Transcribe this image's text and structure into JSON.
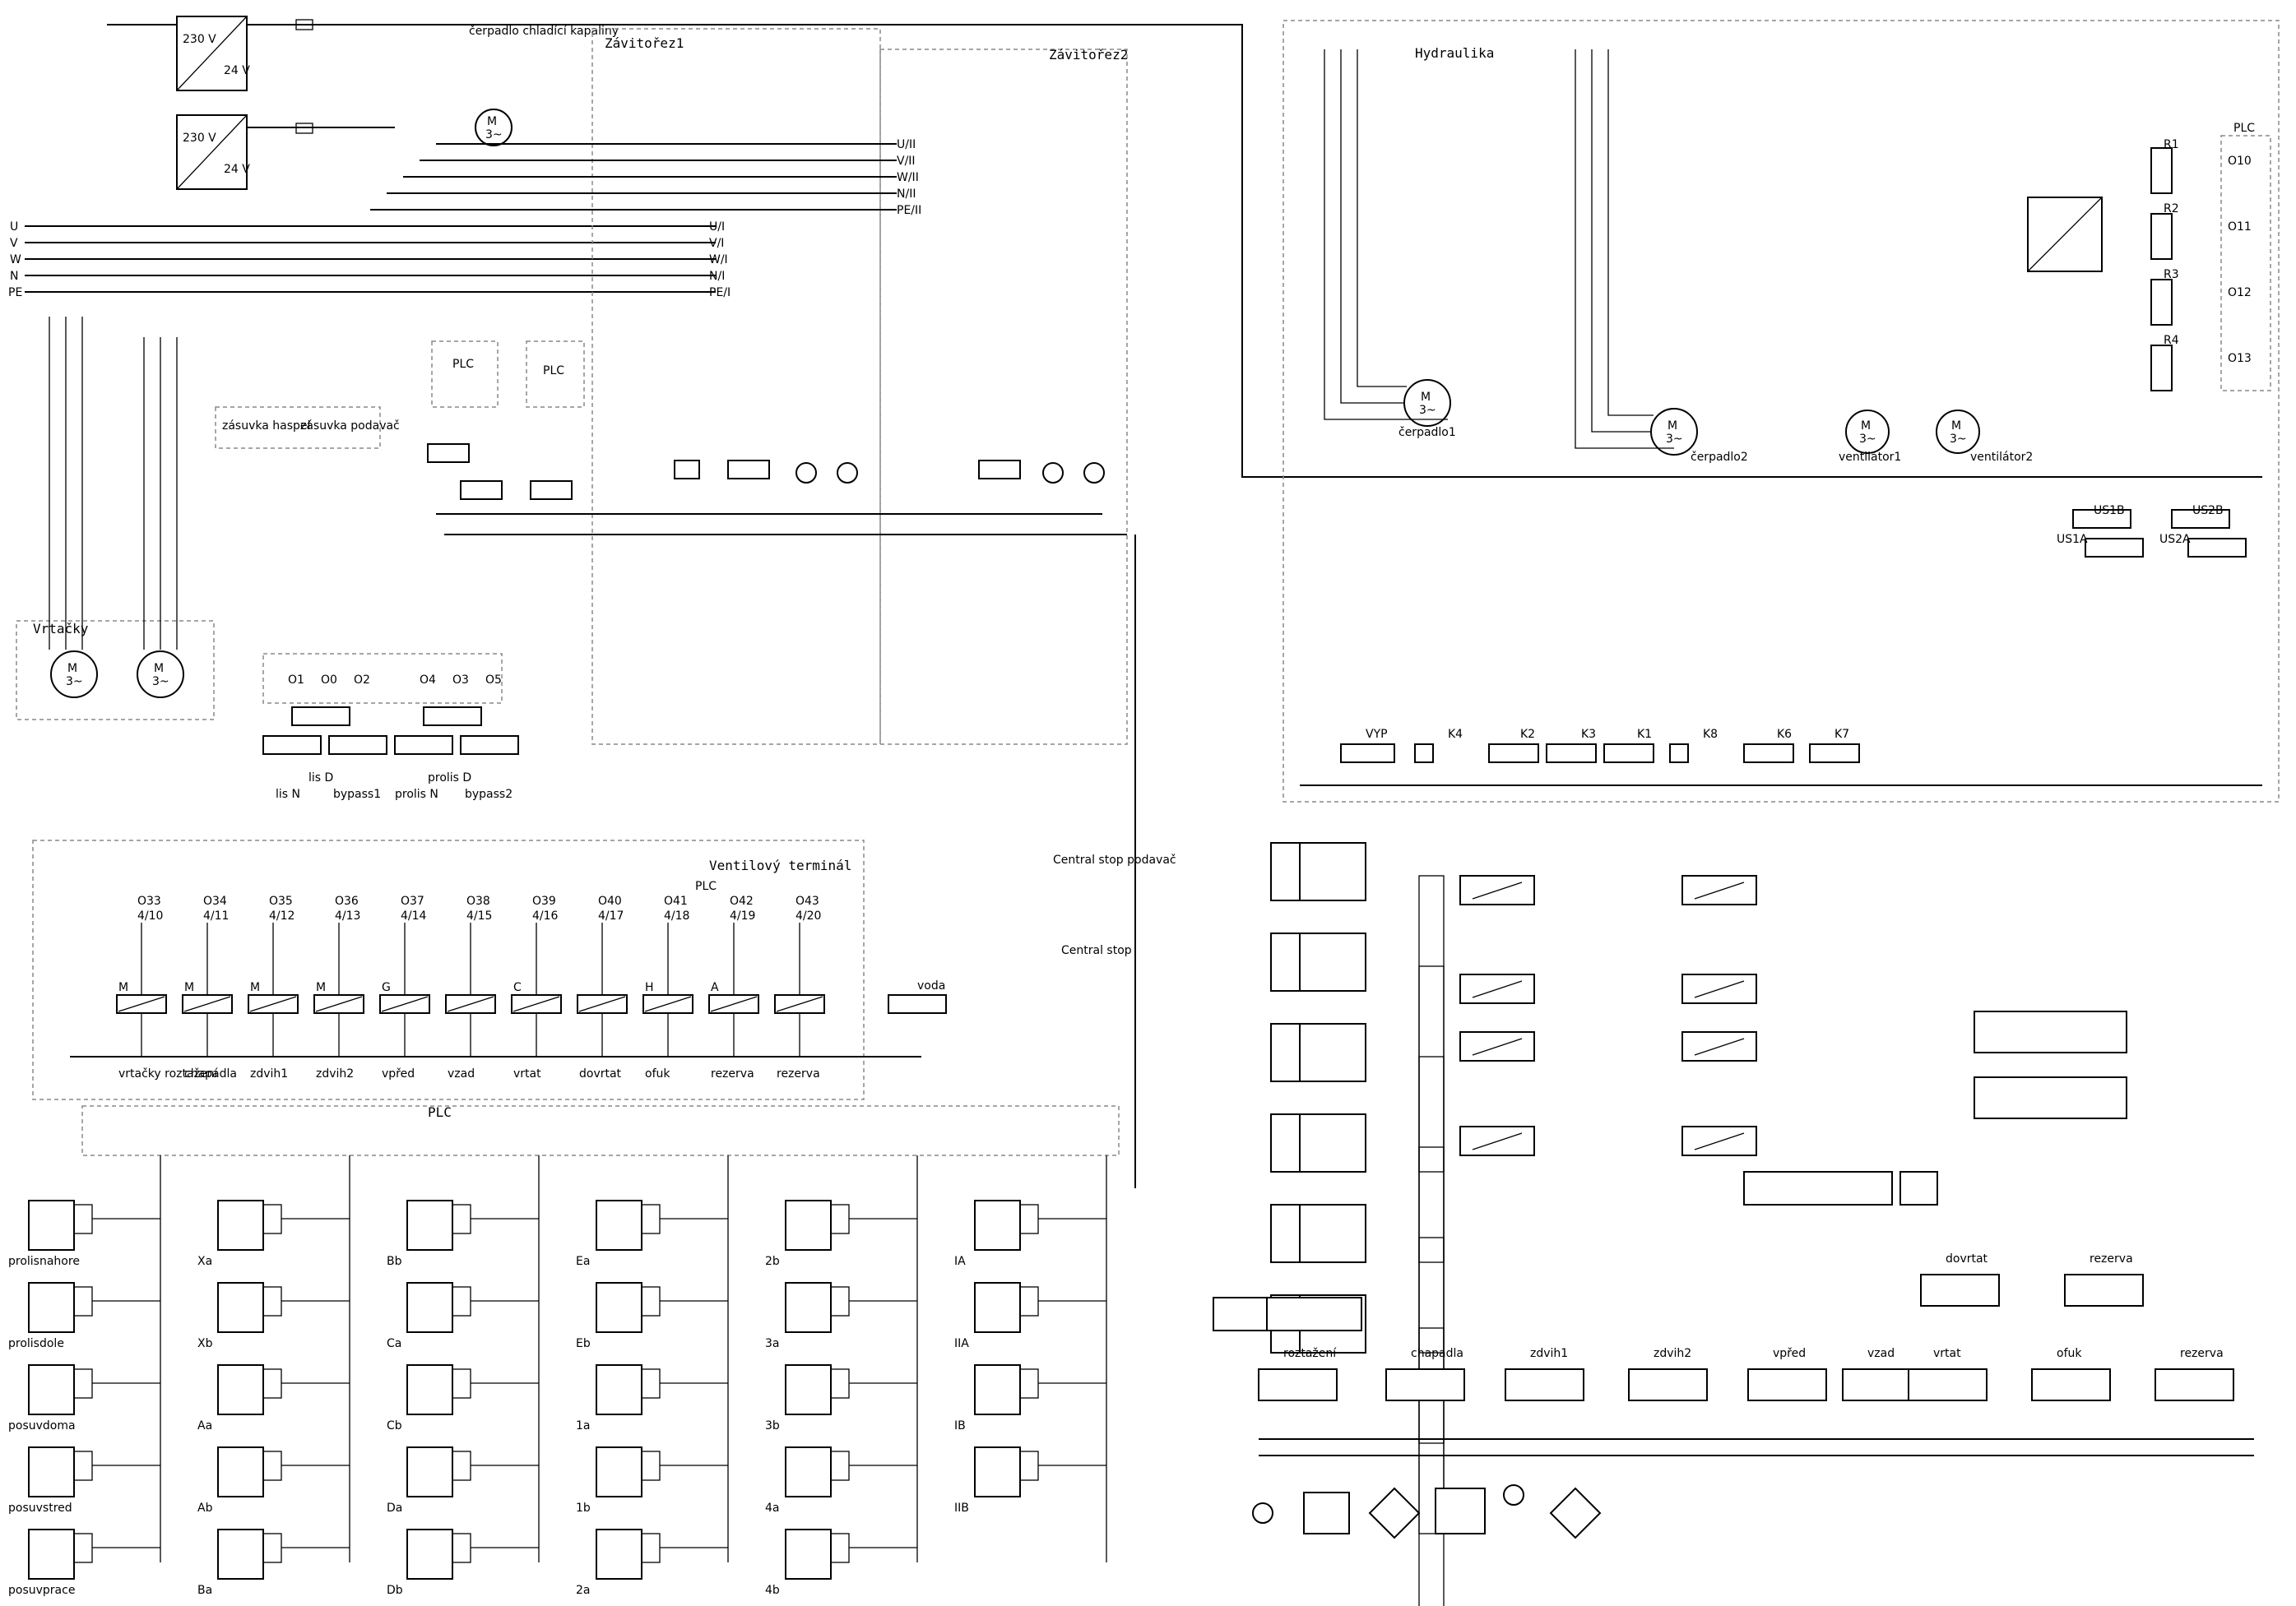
{
  "title": "Electrical schematic – drilling & threading machine",
  "sections": {
    "vrtacky": "Vrtačky",
    "zavitorez1": "Závitořez1",
    "zavitorez2": "Závitořez2",
    "hydraulika": "Hydraulika",
    "ventilovy_terminal": "Ventilový terminál",
    "plc": "PLC"
  },
  "power_rails": [
    "U",
    "V",
    "W",
    "N",
    "PE"
  ],
  "rail_labels": [
    "U/I",
    "V/I",
    "W/I",
    "N/I",
    "PE/I"
  ],
  "rail_labels_2": [
    "U/II",
    "V/II",
    "W/II",
    "N/II",
    "PE/II"
  ],
  "power_supply": {
    "voltage_in": "230 V",
    "voltage_out": "24 V"
  },
  "pump_coolant": "čerpadlo chladící kapaliny",
  "motor": {
    "label": "M",
    "phase": "3~"
  },
  "sockets": [
    "zásuvka haspel",
    "zásuvka podavač"
  ],
  "hydraulic_motors": [
    "čerpadlo1",
    "čerpadlo2",
    "ventilátor1",
    "ventilátor2"
  ],
  "plc_outputs_top": [
    "O1",
    "O0",
    "O2",
    "O4",
    "O3",
    "O5"
  ],
  "valve_labels_top": [
    "lis N",
    "lis D",
    "bypass1",
    "prolis N",
    "prolis D",
    "bypass2"
  ],
  "ventil_columns": [
    {
      "o": "O33",
      "ref": "4/10",
      "coil": "M",
      "name": "vrtačky roztažení"
    },
    {
      "o": "O34",
      "ref": "4/11",
      "coil": "M",
      "name": "chapadla"
    },
    {
      "o": "O35",
      "ref": "4/12",
      "coil": "M",
      "name": "zdvih1"
    },
    {
      "o": "O36",
      "ref": "4/13",
      "coil": "M",
      "name": "zdvih2"
    },
    {
      "o": "O37",
      "ref": "4/14",
      "coil": "G",
      "name": "vpřed"
    },
    {
      "o": "O38",
      "ref": "4/15",
      "coil": "",
      "name": "vzad"
    },
    {
      "o": "O39",
      "ref": "4/16",
      "coil": "C",
      "name": "vrtat"
    },
    {
      "o": "O40",
      "ref": "4/17",
      "coil": "",
      "name": "dovrtat"
    },
    {
      "o": "O41",
      "ref": "4/18",
      "coil": "H",
      "name": "ofuk"
    },
    {
      "o": "O42",
      "ref": "4/19",
      "coil": "A",
      "name": "rezerva"
    },
    {
      "o": "O43",
      "ref": "4/20",
      "coil": "",
      "name": "rezerva"
    }
  ],
  "ventil_extra": "voda",
  "sensor_groups": [
    [
      "prolisnahore",
      "prolisdole",
      "posuvdoma",
      "posuvstred",
      "posuvprace"
    ],
    [
      "Xa",
      "Xb",
      "Aa",
      "Ab",
      "Ba"
    ],
    [
      "Bb",
      "Ca",
      "Cb",
      "Da",
      "Db"
    ],
    [
      "Ea",
      "Eb",
      "1a",
      "1b",
      "2a"
    ],
    [
      "2b",
      "3a",
      "3b",
      "4a",
      "4b"
    ],
    [
      "IA",
      "IIA",
      "IB",
      "IIB"
    ]
  ],
  "central_stops": [
    "Central stop podavač",
    "Central stop"
  ],
  "pneumatic_valves": [
    "roztažení",
    "chapadla",
    "zdvih1",
    "zdvih2",
    "vpřed",
    "vzad",
    "vrtat",
    "ofuk",
    "dovrtat",
    "rezerva",
    "rezerva"
  ],
  "relays": [
    "R1",
    "R2",
    "R3",
    "R4"
  ],
  "plc_outputs_right": [
    "O10",
    "O11",
    "O12",
    "O13"
  ],
  "relay_coils": [
    "VYP",
    "K4",
    "K2",
    "K3",
    "K1",
    "K8",
    "K6",
    "K7"
  ],
  "us_labels": [
    "US1A",
    "US1B",
    "US2A",
    "US2B"
  ]
}
